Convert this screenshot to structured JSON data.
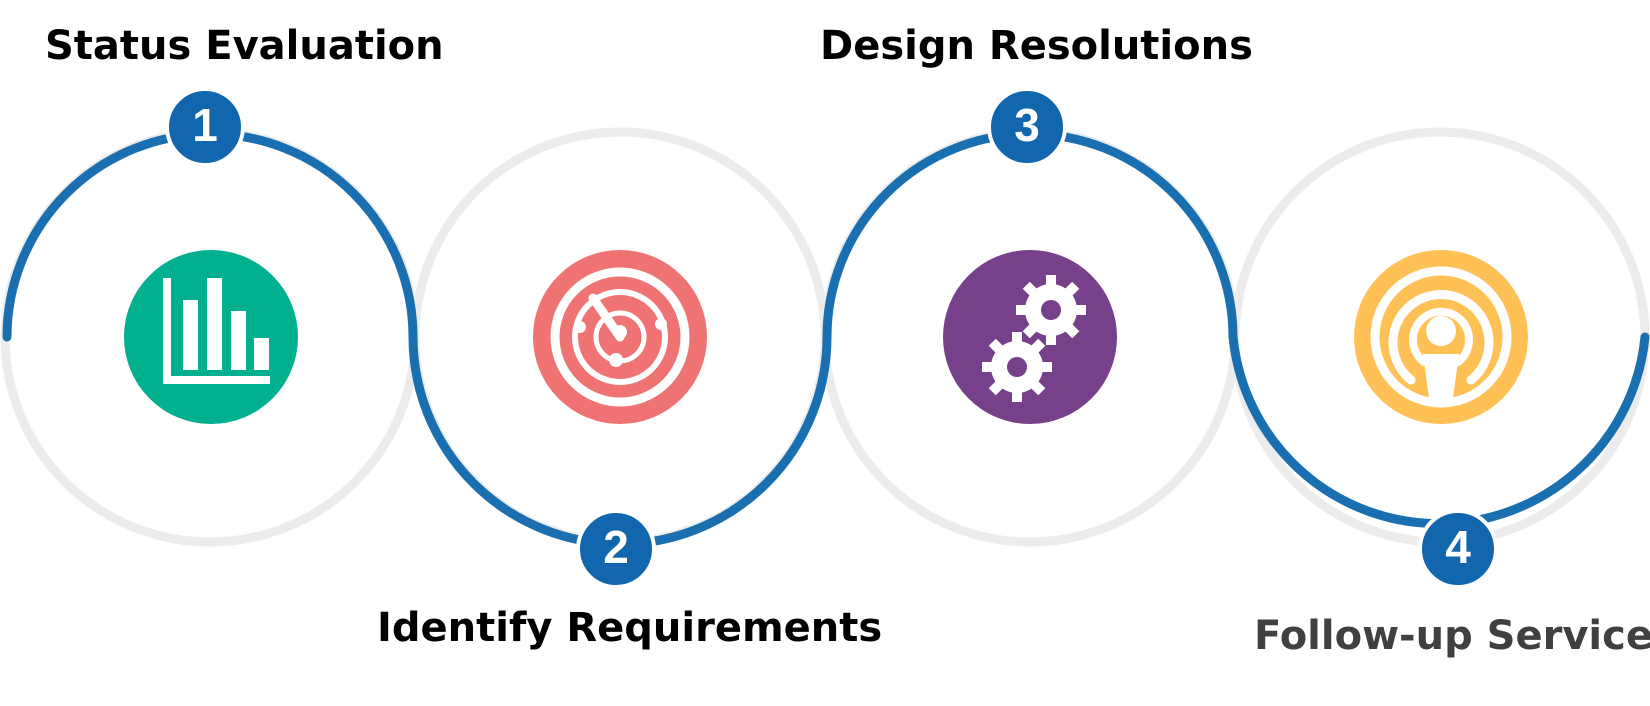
{
  "colors": {
    "track_gray": "#ececec",
    "track_blue": "#1a6fb0",
    "badge_blue": "#1266ae",
    "icon_green": "#00b08f",
    "icon_red": "#f07373",
    "icon_purple": "#77408b",
    "icon_yellow": "#ffc156"
  },
  "steps": [
    {
      "number": "1",
      "title": "Status Evaluation",
      "icon": "bar-chart-icon"
    },
    {
      "number": "2",
      "title": "Identify Requirements",
      "icon": "radar-icon"
    },
    {
      "number": "3",
      "title": "Design Resolutions",
      "icon": "gears-icon"
    },
    {
      "number": "4",
      "title": "Follow-up Service",
      "icon": "podcast-icon"
    }
  ]
}
